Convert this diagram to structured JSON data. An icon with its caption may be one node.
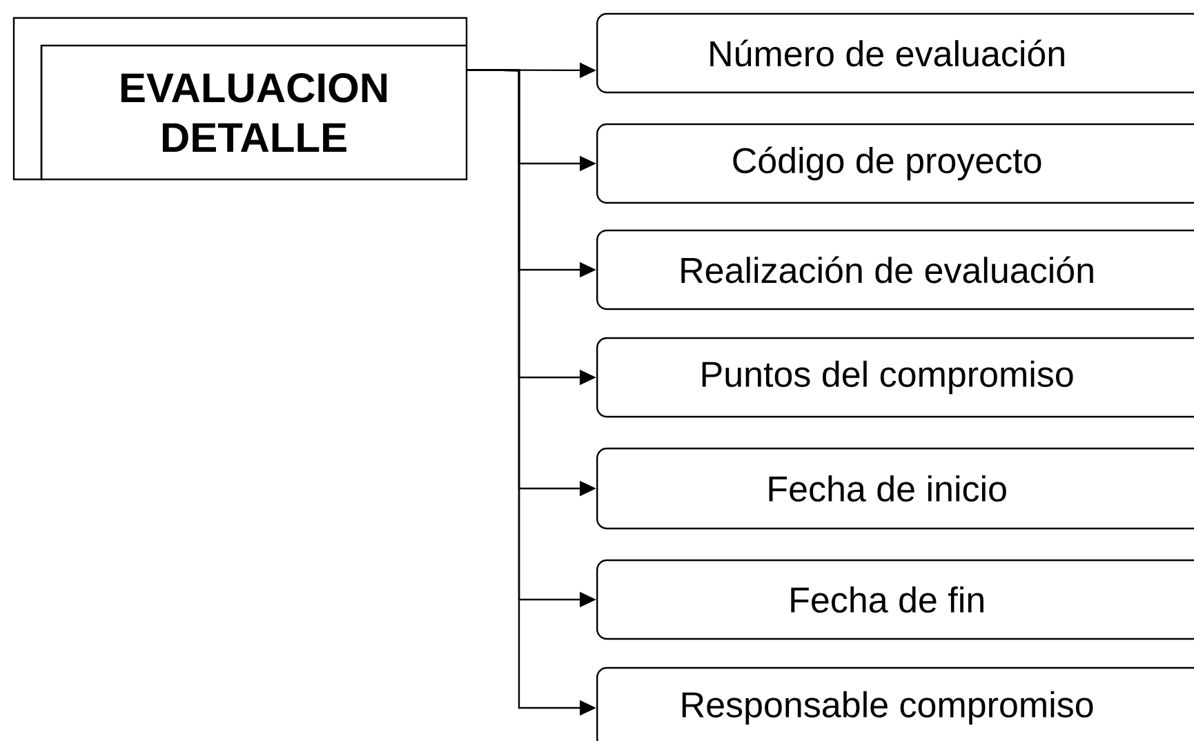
{
  "diagram": {
    "nodes": [
      {
        "text": [
          "EVALUACION DETALLE"
        ]
      },
      {
        "text": [
          "Número de evaluación"
        ]
      },
      {
        "text": [
          "Código de proyecto"
        ]
      },
      {
        "text": [
          "Realización de evaluación"
        ]
      },
      {
        "text": [
          "Puntos del compromiso"
        ]
      },
      {
        "text": [
          "Fecha de inicio"
        ]
      },
      {
        "text": [
          "Fecha de fin"
        ]
      },
      {
        "text": [
          "Responsable compromiso"
        ]
      }
    ],
    "edges": [
      {
        "from": 0,
        "to": 1,
        "arrow": "to"
      },
      {
        "from": 0,
        "to": 2,
        "arrow": "to"
      },
      {
        "from": 0,
        "to": 3,
        "arrow": "to"
      },
      {
        "from": 0,
        "to": 4,
        "arrow": "to"
      },
      {
        "from": 0,
        "to": 5,
        "arrow": "to"
      },
      {
        "from": 0,
        "to": 6,
        "arrow": "to"
      },
      {
        "from": 0,
        "to": 7,
        "arrow": "to"
      }
    ]
  }
}
